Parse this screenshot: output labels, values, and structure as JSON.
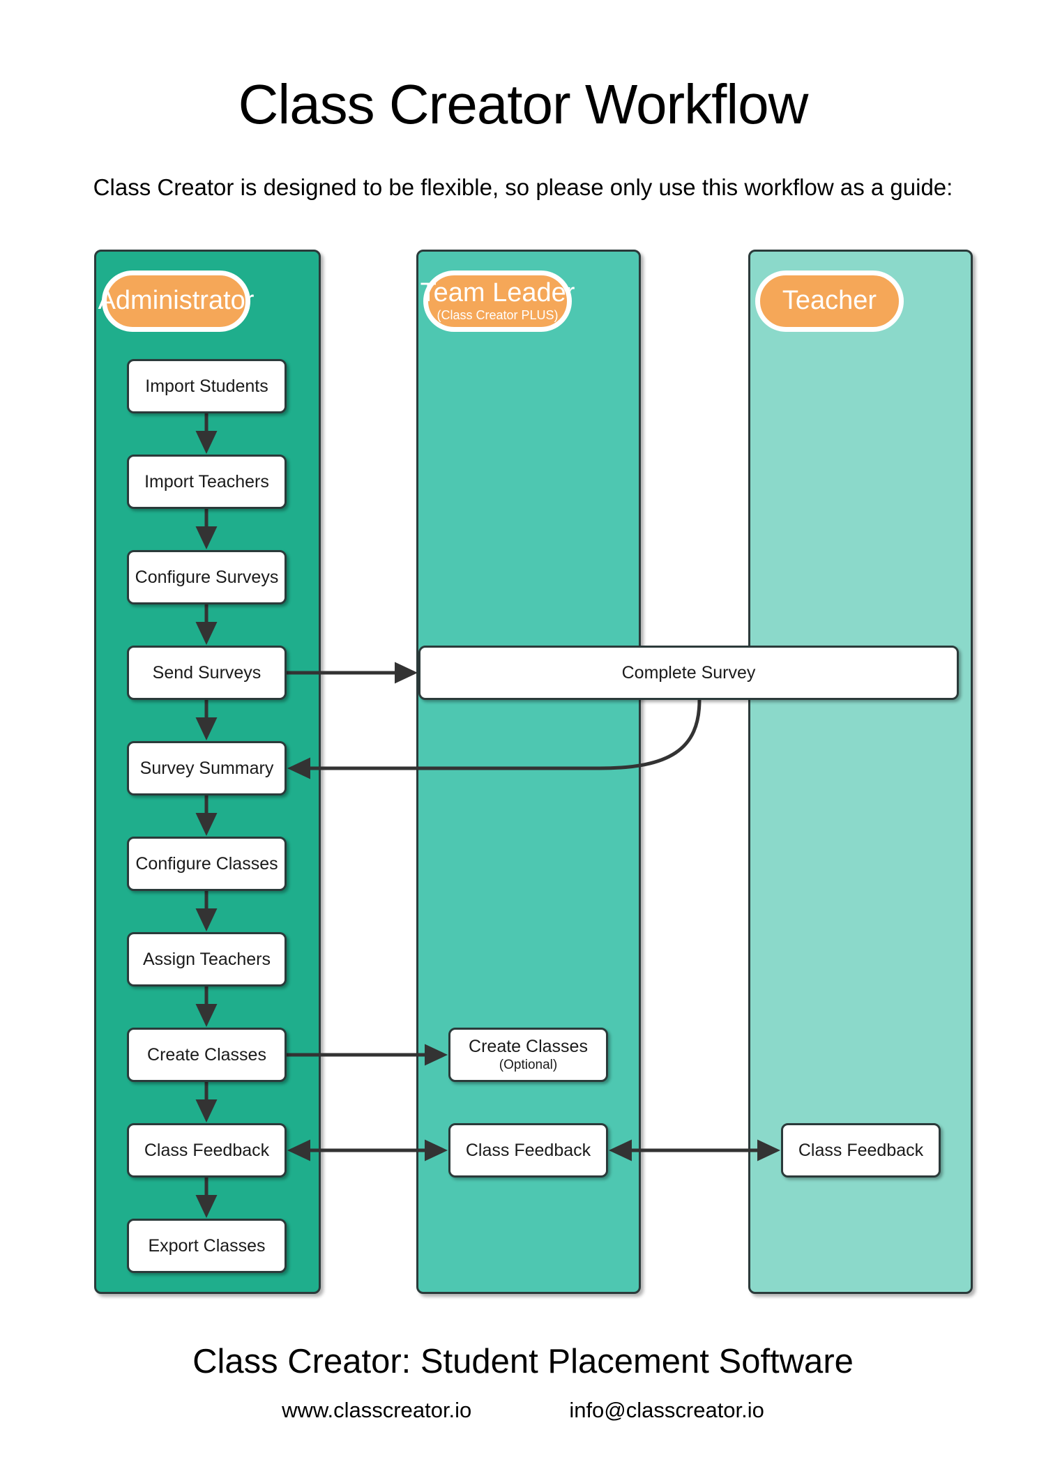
{
  "header": {
    "title": "Class Creator Workflow",
    "subtitle": "Class Creator is designed to be flexible, so please only use this workflow as a guide:"
  },
  "colors": {
    "lane_administrator": "#1FAE8C",
    "lane_team_leader": "#4EC7B1",
    "lane_teacher": "#8BD9CA",
    "role_pill": "#F5A758",
    "pill_border": "#FFFFFF",
    "node_fill": "#FFFFFF",
    "stroke": "#2b3a3a",
    "background": "#FFFFFF"
  },
  "lanes": [
    {
      "id": "administrator",
      "role_title": "Administrator",
      "role_subtitle": "",
      "nodes": [
        {
          "id": "import-students",
          "label": "Import Students",
          "sub": ""
        },
        {
          "id": "import-teachers",
          "label": "Import Teachers",
          "sub": ""
        },
        {
          "id": "configure-surveys",
          "label": "Configure Surveys",
          "sub": ""
        },
        {
          "id": "send-surveys",
          "label": "Send Surveys",
          "sub": ""
        },
        {
          "id": "survey-summary",
          "label": "Survey Summary",
          "sub": ""
        },
        {
          "id": "configure-classes",
          "label": "Configure Classes",
          "sub": ""
        },
        {
          "id": "assign-teachers",
          "label": "Assign Teachers",
          "sub": ""
        },
        {
          "id": "create-classes",
          "label": "Create Classes",
          "sub": ""
        },
        {
          "id": "class-feedback",
          "label": "Class Feedback",
          "sub": ""
        },
        {
          "id": "export-classes",
          "label": "Export Classes",
          "sub": ""
        }
      ]
    },
    {
      "id": "team-leader",
      "role_title": "Team Leader",
      "role_subtitle": "(Class Creator PLUS)",
      "nodes": [
        {
          "id": "complete-survey",
          "label": "Complete Survey",
          "sub": ""
        },
        {
          "id": "create-classes",
          "label": "Create Classes",
          "sub": "(Optional)"
        },
        {
          "id": "class-feedback",
          "label": "Class Feedback",
          "sub": ""
        }
      ]
    },
    {
      "id": "teacher",
      "role_title": "Teacher",
      "role_subtitle": "",
      "nodes": [
        {
          "id": "class-feedback",
          "label": "Class Feedback",
          "sub": ""
        }
      ]
    }
  ],
  "connections": [
    {
      "from": "administrator.import-students",
      "to": "administrator.import-teachers",
      "type": "arrow-down"
    },
    {
      "from": "administrator.import-teachers",
      "to": "administrator.configure-surveys",
      "type": "arrow-down"
    },
    {
      "from": "administrator.configure-surveys",
      "to": "administrator.send-surveys",
      "type": "arrow-down"
    },
    {
      "from": "administrator.send-surveys",
      "to": "administrator.survey-summary",
      "type": "arrow-down"
    },
    {
      "from": "administrator.survey-summary",
      "to": "administrator.configure-classes",
      "type": "arrow-down"
    },
    {
      "from": "administrator.configure-classes",
      "to": "administrator.assign-teachers",
      "type": "arrow-down"
    },
    {
      "from": "administrator.assign-teachers",
      "to": "administrator.create-classes",
      "type": "arrow-down"
    },
    {
      "from": "administrator.create-classes",
      "to": "administrator.class-feedback",
      "type": "arrow-down"
    },
    {
      "from": "administrator.class-feedback",
      "to": "administrator.export-classes",
      "type": "arrow-down"
    },
    {
      "from": "administrator.send-surveys",
      "to": "team-leader.complete-survey",
      "type": "arrow-right"
    },
    {
      "from": "team-leader.complete-survey",
      "to": "administrator.survey-summary",
      "type": "curve-back"
    },
    {
      "from": "administrator.create-classes",
      "to": "team-leader.create-classes",
      "type": "arrow-right"
    },
    {
      "from": "administrator.class-feedback",
      "to": "team-leader.class-feedback",
      "type": "arrow-both"
    },
    {
      "from": "team-leader.class-feedback",
      "to": "teacher.class-feedback",
      "type": "arrow-both"
    }
  ],
  "footer": {
    "title": "Class Creator: Student Placement Software",
    "website": "www.classcreator.io",
    "email": "info@classcreator.io"
  }
}
